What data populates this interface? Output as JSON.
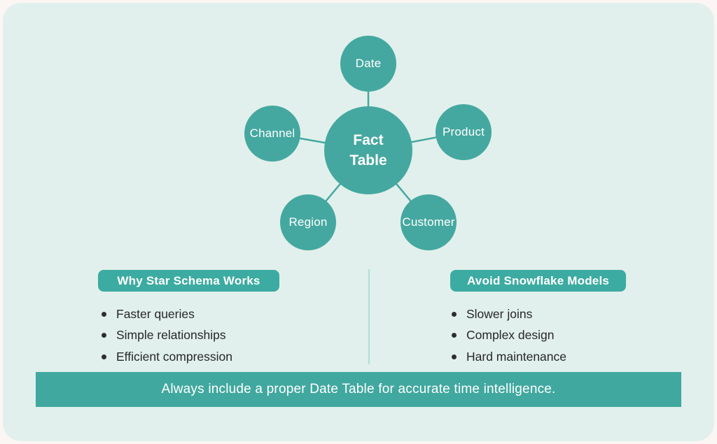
{
  "colors": {
    "circle_teal": "#45a8a0",
    "badge_teal": "#3caba1",
    "banner_teal": "#41a89f",
    "background_mint": "#e1f0ec",
    "outer_frame_white": "#fbf6f3",
    "divider_light_teal": "#b4dcd4",
    "text_dark": "#272727",
    "text_white": "#ffffff"
  },
  "diagram": {
    "center": {
      "line1": "Fact",
      "line2": "Table"
    },
    "satellites": [
      {
        "label": "Date"
      },
      {
        "label": "Channel"
      },
      {
        "label": "Product"
      },
      {
        "label": "Region"
      },
      {
        "label": "Customer"
      }
    ]
  },
  "sections": {
    "left": {
      "title": "Why Star Schema Works",
      "items": [
        "Faster queries",
        "Simple relationships",
        "Efficient compression"
      ]
    },
    "right": {
      "title": "Avoid Snowflake Models",
      "items": [
        "Slower joins",
        "Complex design",
        "Hard maintenance"
      ]
    }
  },
  "footer": {
    "note": "Always include a proper Date Table for accurate time intelligence."
  }
}
